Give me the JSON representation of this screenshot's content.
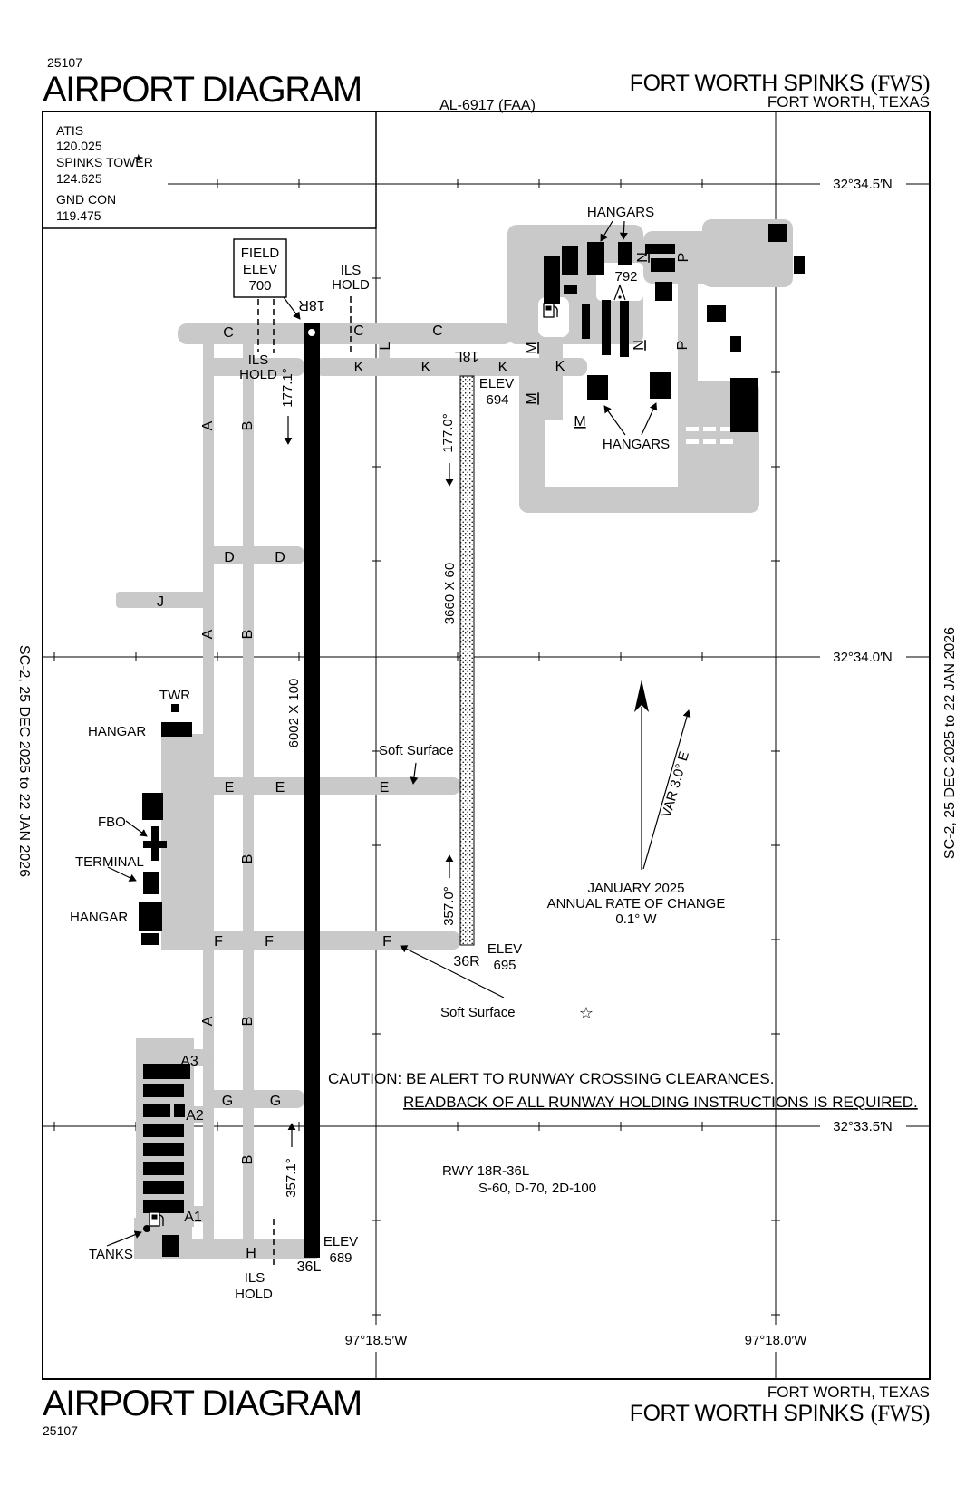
{
  "page": {
    "chart_number": "25107",
    "title": "AIRPORT DIAGRAM",
    "al_number": "AL-6917 (FAA)",
    "airport_name": "FORT WORTH SPINKS",
    "airport_icao": "(FWS)",
    "city_state": "FORT WORTH, TEXAS",
    "edition_note": "SC-2,  25 DEC 2025  to  22 JAN 2026"
  },
  "comm_box": {
    "atis_label": "ATIS",
    "atis_freq": "120.025",
    "tower_label": "SPINKS TOWER",
    "tower_star": "★",
    "tower_freq": "124.625",
    "ground_label": "GND CON",
    "ground_freq": "119.475"
  },
  "grid": {
    "lat_top": "32°34.5′N",
    "lat_mid": "32°34.0′N",
    "lat_bottom": "32°33.5′N",
    "lon_left": "97°18.5′W",
    "lon_right": "97°18.0′W"
  },
  "runway_main": {
    "end_north": "18R",
    "end_south": "36L",
    "dimensions": "6002 X 100",
    "heading_south": "177.1°",
    "heading_north": "357.1°",
    "elev_label": "ELEV",
    "elev_south": "689",
    "info_line1": "RWY 18R-36L",
    "info_line2": "S-60, D-70, 2D-100",
    "field_elev_line1": "FIELD",
    "field_elev_line2": "ELEV",
    "field_elev_value": "700"
  },
  "runway_soft": {
    "end_north": "18L",
    "end_south": "36R",
    "dimensions": "3660 X 60",
    "heading_south": "177.0°",
    "heading_north": "357.0°",
    "elev_label": "ELEV",
    "elev_north": "694",
    "elev_south": "695",
    "surface_note": "Soft Surface"
  },
  "features": {
    "hangars": "HANGARS",
    "hangar": "HANGAR",
    "tower": "TWR",
    "fbo": "FBO",
    "terminal": "TERMINAL",
    "tanks": "TANKS",
    "obstruction_height": "792",
    "ils": "ILS",
    "hold": "HOLD",
    "star_symbol": "☆"
  },
  "taxiways": {
    "a": "A",
    "b": "B",
    "c": "C",
    "d": "D",
    "e": "E",
    "f": "F",
    "g": "G",
    "h": "H",
    "j": "J",
    "k": "K",
    "l": "L",
    "m": "M",
    "n": "N",
    "p": "P",
    "a1": "A1",
    "a2": "A2",
    "a3": "A3"
  },
  "caution": {
    "line1": "CAUTION: BE ALERT TO RUNWAY CROSSING CLEARANCES.",
    "line2": "READBACK OF ALL RUNWAY HOLDING INSTRUCTIONS IS REQUIRED."
  },
  "magnetic": {
    "variation": "VAR 3.0° E",
    "date": "JANUARY 2025",
    "rate_line1": "ANNUAL RATE OF CHANGE",
    "rate_line2": "0.1° W"
  },
  "colors": {
    "pavement_gray": "#c9c9c9",
    "ink_black": "#000000",
    "paper_white": "#ffffff"
  }
}
